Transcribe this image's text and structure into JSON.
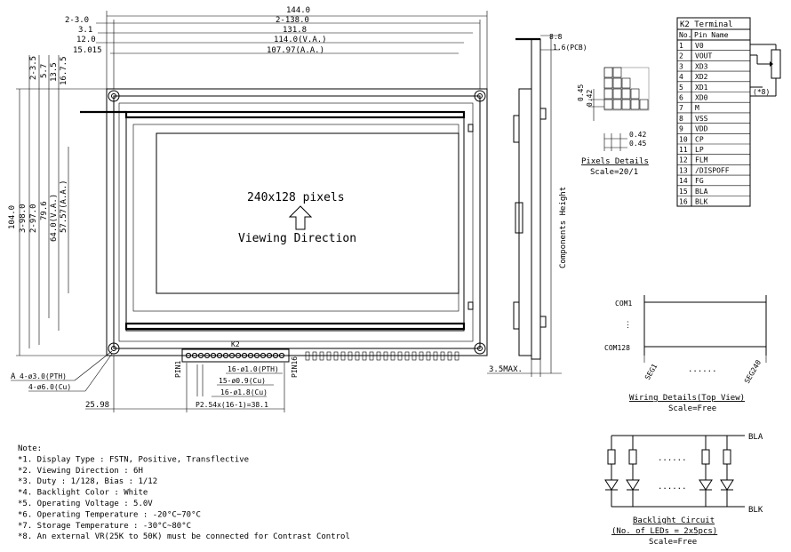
{
  "dims": {
    "top": {
      "w144": "144.0",
      "w138": "2-138.0",
      "d30": "2-3.0",
      "d31": "3.1",
      "w1318": "131.8",
      "d120": "12.0",
      "va": "114.0(V.A.)",
      "d15015": "15.015",
      "aa": "107.97(A.A.)"
    },
    "left": {
      "h104": "104.0",
      "h98": "3-98.0",
      "h97": "2-97.0",
      "h796": "79.6",
      "va": "64.0(V.A.)",
      "aa": "57.57(A.A.)",
      "d25": "2-3.5",
      "d57": "5.7",
      "d135": "13.5",
      "d167": "16.7.5"
    },
    "bottom": {
      "hole_a": "4-ø3.0(PTH)",
      "hole_b": "4-ø6.0(Cu)",
      "x2598": "25.98",
      "pitch": "P2.54x(16-1)=38.1",
      "pad1": "16-ø1.0(PTH)",
      "pad2": "15-ø0.9(Cu)",
      "pad3": "16-ø1.8(Cu)",
      "k2": "K2",
      "pin1": "PIN1",
      "pin16": "PIN16",
      "mark_a": "A"
    },
    "side": {
      "d88": "8.8",
      "pcb": "1.6(PCB)",
      "max": "3.5MAX.",
      "comp": "Components Height"
    }
  },
  "display": {
    "res": "240x128 pixels",
    "view": "Viewing Direction"
  },
  "pixels": {
    "d045": "0.45",
    "d042": "0.42",
    "title": "Pixels Details",
    "scale": "Scale=20/1"
  },
  "terminal": {
    "title": "K2 Terminal",
    "col_no": "No.",
    "col_pin": "Pin Name",
    "note": "(*8)",
    "rows": [
      {
        "no": "1",
        "pin": "V0"
      },
      {
        "no": "2",
        "pin": "VOUT"
      },
      {
        "no": "3",
        "pin": "XD3"
      },
      {
        "no": "4",
        "pin": "XD2"
      },
      {
        "no": "5",
        "pin": "XD1"
      },
      {
        "no": "6",
        "pin": "XD0"
      },
      {
        "no": "7",
        "pin": "M"
      },
      {
        "no": "8",
        "pin": "VSS"
      },
      {
        "no": "9",
        "pin": "VDD"
      },
      {
        "no": "10",
        "pin": "CP"
      },
      {
        "no": "11",
        "pin": "LP"
      },
      {
        "no": "12",
        "pin": "FLM"
      },
      {
        "no": "13",
        "pin": "/DISPOFF"
      },
      {
        "no": "14",
        "pin": "FG"
      },
      {
        "no": "15",
        "pin": "BLA"
      },
      {
        "no": "16",
        "pin": "BLK"
      }
    ]
  },
  "wiring": {
    "com1": "COM1",
    "dots_v": "⋮",
    "com128": "COM128",
    "seg1": "SEG1",
    "dots_h": "......",
    "seg240": "SEG240",
    "title": "Wiring Details(Top View)",
    "scale": "Scale=Free"
  },
  "backlight": {
    "bla": "BLA",
    "blk": "BLK",
    "dots": "......",
    "title": "Backlight Circuit",
    "sub": "(No. of LEDs = 2x5pcs)",
    "scale": "Scale=Free"
  },
  "notes": [
    "Note:",
    "*1. Display Type : FSTN, Positive, Transflective",
    "*2. Viewing Direction : 6H",
    "*3. Duty : 1/128, Bias : 1/12",
    "*4. Backlight Color : White",
    "*5. Operating Voltage : 5.0V",
    "*6. Operating Temperature : -20°C~70°C",
    "*7. Storage Temperature : -30°C~80°C",
    "*8. An external VR(25K to 50K) must be connected for Contrast Control"
  ]
}
